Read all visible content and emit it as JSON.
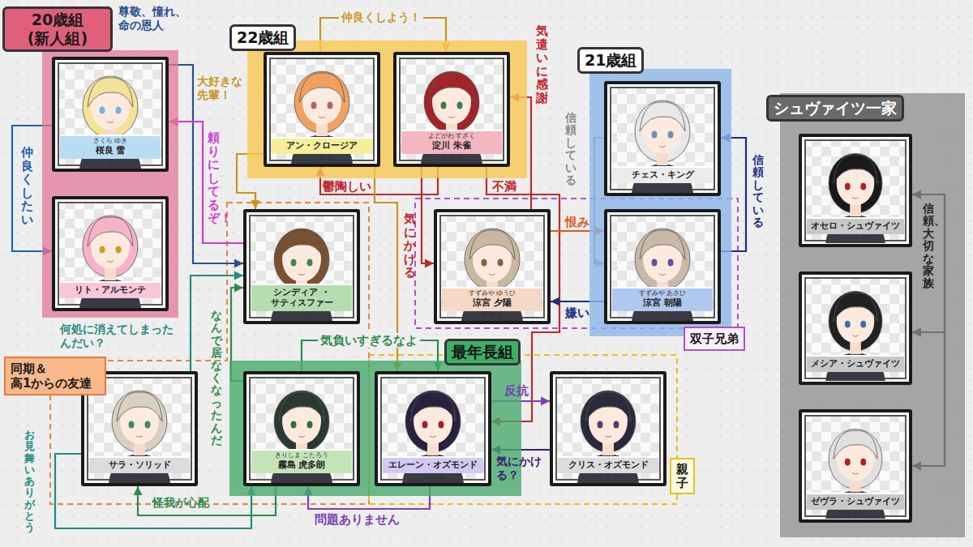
{
  "diagram": {
    "nodes": [
      {
        "text": [
          "20歳組 (新人組)"
        ]
      },
      {
        "text": [
          "さくら ゆき",
          "桜良 雪"
        ],
        "in": 0
      },
      {
        "text": [
          "リト・アルモンテ"
        ],
        "in": 0
      },
      {
        "text": [
          "22歳組"
        ]
      },
      {
        "text": [
          "アン・クロージア"
        ],
        "in": 3
      },
      {
        "text": [
          "よどがわ すざく",
          "淀川 朱雀"
        ],
        "in": 3
      },
      {
        "text": [
          "21歳組"
        ]
      },
      {
        "text": [
          "チェス・キング"
        ],
        "in": 6
      },
      {
        "text": [
          "すずみや あさひ",
          "涼宮 朝陽"
        ],
        "in": 6
      },
      {
        "text": [
          "シンディア ・サティスファー"
        ]
      },
      {
        "text": [
          "すずみや ゆうひ",
          "涼宮 夕陽"
        ]
      },
      {
        "text": [
          "最年長組"
        ]
      },
      {
        "text": [
          "きりしま こたろう",
          "霧島 虎多朗"
        ],
        "in": 11
      },
      {
        "text": [
          "エレーン・オズモンド"
        ],
        "in": 11
      },
      {
        "text": [
          "クリス・オズモンド"
        ]
      },
      {
        "text": [
          "サラ・ソリッド"
        ]
      },
      {
        "text": [
          "シュヴァイツ一家"
        ]
      },
      {
        "text": [
          "オセロ・シュヴァイツ"
        ],
        "in": 16
      },
      {
        "text": [
          "メシア・シュヴァイツ"
        ],
        "in": 16
      },
      {
        "text": [
          "ゼヴラ・シュヴァイツ"
        ],
        "in": 16
      },
      {
        "text": [
          "同期＆ 高1からの友達"
        ]
      },
      {
        "text": [
          "双子兄弟"
        ]
      },
      {
        "text": [
          "親子"
        ]
      }
    ],
    "edges": [
      {
        "from": 1,
        "to": 9,
        "label": "尊敬、憧れ、命の恩人",
        "arrow": "to"
      },
      {
        "from": 1,
        "to": 2,
        "label": "仲良くしたい",
        "arrow": "to"
      },
      {
        "from": 9,
        "to": 1,
        "label": "頼りにしてるぞ！",
        "arrow": "to"
      },
      {
        "from": 4,
        "to": 5,
        "label": "仲良くしよう！",
        "arrow": "to"
      },
      {
        "from": 4,
        "to": 9,
        "label": "大好きな先輩！",
        "arrow": "to"
      },
      {
        "from": 5,
        "to": 4,
        "label": "鬱陶しい",
        "arrow": "to"
      },
      {
        "from": 5,
        "to": 10,
        "label": "気にかける",
        "arrow": "to"
      },
      {
        "from": 4,
        "to": 13,
        "arrow": "to"
      },
      {
        "from": 10,
        "to": 5,
        "label": "気遣いに感謝",
        "arrow": "to"
      },
      {
        "from": 5,
        "to": 13,
        "label": "不満",
        "arrow": "to"
      },
      {
        "from": 10,
        "to": 8,
        "label": "恨み",
        "arrow": "to"
      },
      {
        "from": 8,
        "to": 10,
        "label": "嫌い",
        "arrow": "to"
      },
      {
        "from": 7,
        "to": 8,
        "label": "信頼している",
        "arrow": "to"
      },
      {
        "from": 8,
        "to": 7,
        "label": "信頼している",
        "arrow": "to"
      },
      {
        "from": 12,
        "to": 9,
        "label": "なんで居なくなったんだ",
        "arrow": "to"
      },
      {
        "from": 15,
        "to": 9,
        "label": "何処に消えてしまったんだい？",
        "arrow": "to"
      },
      {
        "from": 12,
        "to": 15,
        "label": "怪我が心配",
        "arrow": "to"
      },
      {
        "from": 15,
        "to": 12,
        "label": "お見舞いありがとう",
        "arrow": "to"
      },
      {
        "from": 13,
        "to": 12,
        "label": "問題ありません",
        "arrow": "to"
      },
      {
        "from": 12,
        "to": 13,
        "label": "気負いすぎるなよ",
        "arrow": "to"
      },
      {
        "from": 13,
        "to": 14,
        "label": "反抗",
        "arrow": "to"
      },
      {
        "from": 14,
        "to": 13,
        "label": "気にかける？",
        "arrow": "to"
      },
      {
        "from": 17,
        "to": 18,
        "arrow": "both"
      },
      {
        "from": 18,
        "to": 19,
        "arrow": "both"
      },
      {
        "from": 17,
        "to": 19,
        "label": "信頼、大切な家族",
        "arrow": "both"
      }
    ]
  }
}
